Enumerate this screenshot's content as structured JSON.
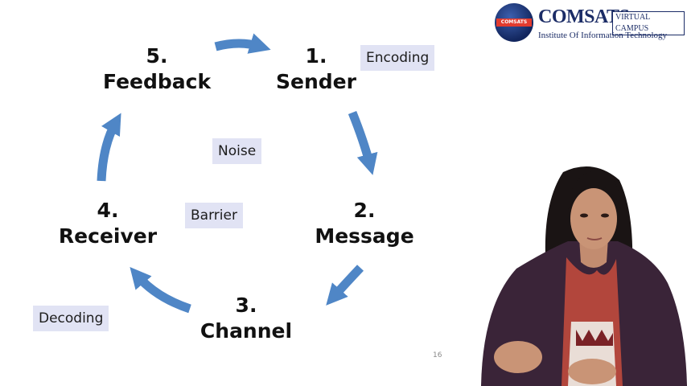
{
  "nodes": {
    "feedback": {
      "num": "5.",
      "label": "Feedback"
    },
    "sender": {
      "num": "1.",
      "label": "Sender"
    },
    "message": {
      "num": "2.",
      "label": "Message"
    },
    "channel": {
      "num": "3.",
      "label": "Channel"
    },
    "receiver": {
      "num": "4.",
      "label": "Receiver"
    }
  },
  "tags": {
    "encoding": "Encoding",
    "noise": "Noise",
    "barrier": "Barrier",
    "decoding": "Decoding"
  },
  "page_number": "16",
  "logo": {
    "name": "COMSATS",
    "badge": "VIRTUAL CAMPUS",
    "subtitle": "Institute Of Information Technology",
    "disc_text": "COMSATS"
  },
  "colors": {
    "arrow": "#4f86c6",
    "tag_background": "#e1e3f4",
    "logo_blue": "#1b2c66"
  }
}
